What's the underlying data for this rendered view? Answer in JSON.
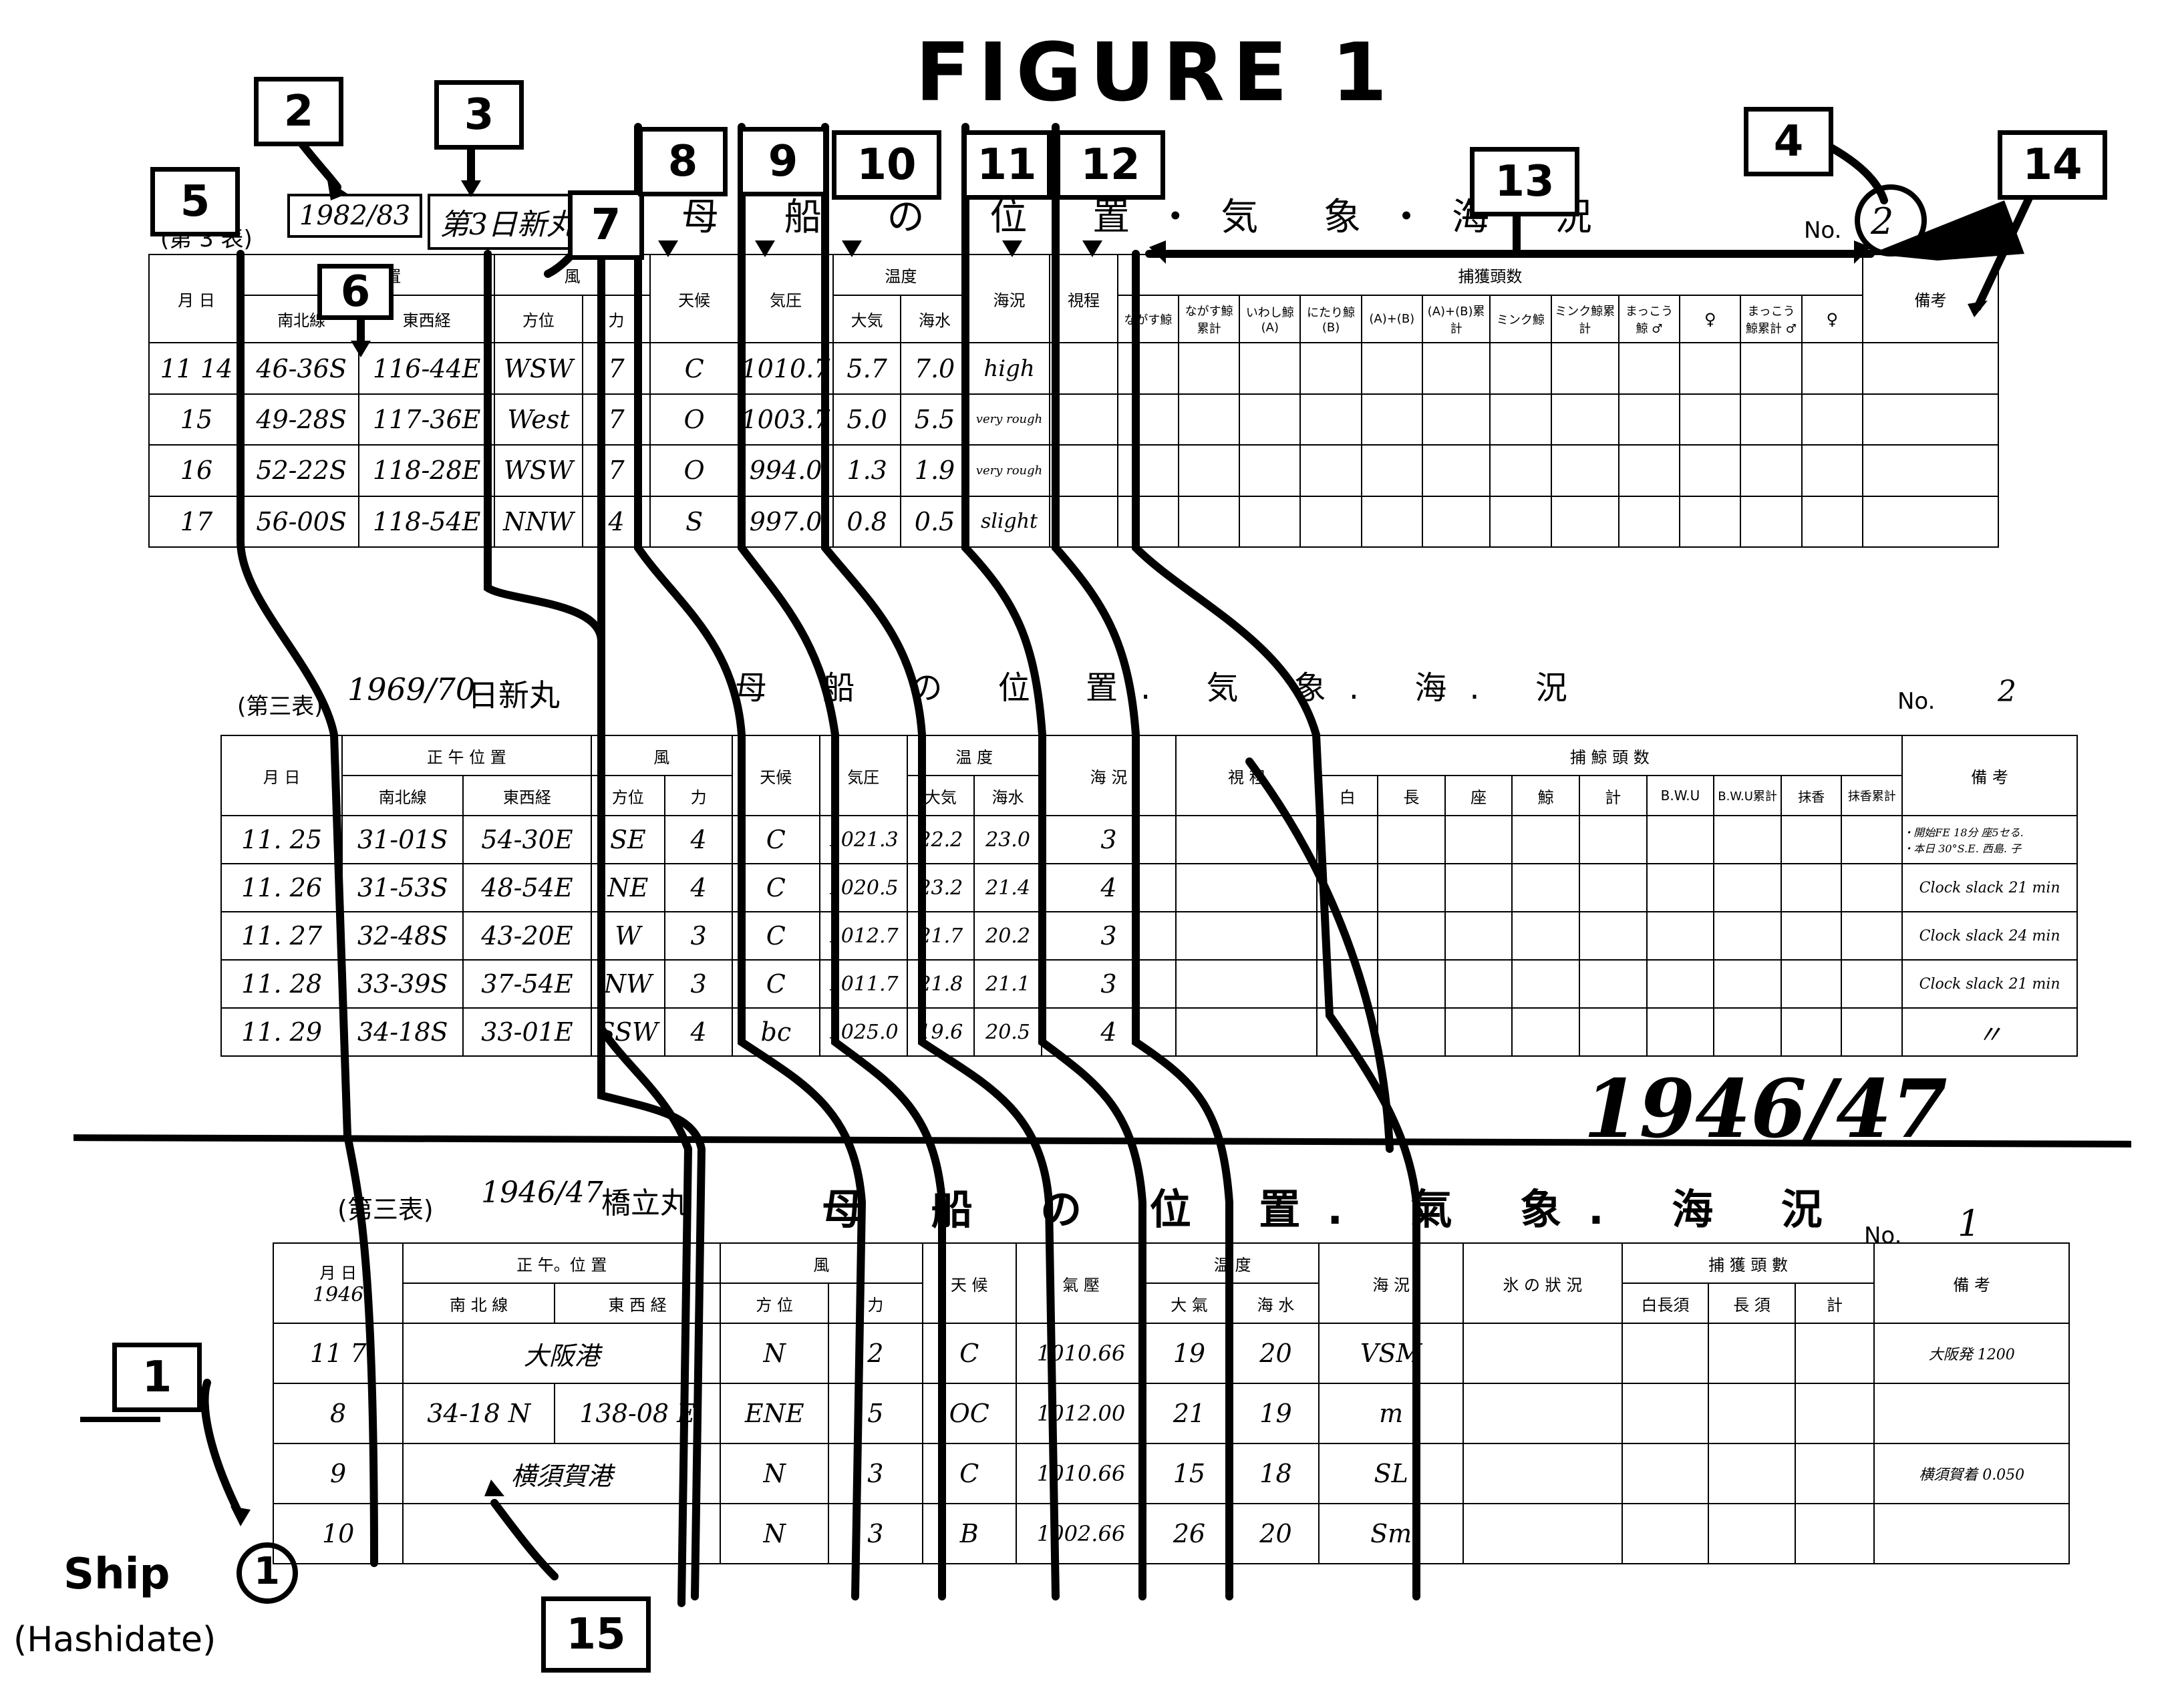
{
  "figure_title": "FIGURE 1",
  "callouts": [
    "1",
    "2",
    "3",
    "4",
    "5",
    "6",
    "7",
    "8",
    "9",
    "10",
    "11",
    "12",
    "13",
    "14",
    "15"
  ],
  "ship_label": "Ship",
  "ship_number": "1",
  "ship_name": "(Hashidate)",
  "table1": {
    "table_no": "(第 3 表)",
    "season": "1982/83",
    "ship": "第3日新丸",
    "title": "母 船 の 位 置・気 象・海 況",
    "no_label": "No.",
    "no_value": "2",
    "headers": [
      "月",
      "日",
      "正午位置",
      "南北線",
      "東西経",
      "風",
      "方位",
      "力",
      "天候",
      "気圧",
      "温度",
      "大気",
      "海水",
      "海況",
      "視程",
      "捕獲頭数",
      "ながす鯨",
      "ながす鯨累計",
      "いわし鯨(A)",
      "にたり鯨(B)",
      "(A)+(B)",
      "(A)+(B)累計",
      "ミンク鯨",
      "ミンク鯨累計",
      "まっこう鯨",
      "まっこう鯨累計",
      "♂",
      "♀",
      "♂",
      "♀",
      "備考"
    ],
    "rows": [
      {
        "date": "11 14",
        "lat": "46-36S",
        "lon": "116-44E",
        "dir": "WSW",
        "force": "7",
        "weather": "C",
        "pressure": "1010.7",
        "air": "5.7",
        "sea": "7.0",
        "state": "high"
      },
      {
        "date": "15",
        "lat": "49-28S",
        "lon": "117-36E",
        "dir": "West",
        "force": "7",
        "weather": "O",
        "pressure": "1003.7",
        "air": "5.0",
        "sea": "5.5",
        "state": "very rough"
      },
      {
        "date": "16",
        "lat": "52-22S",
        "lon": "118-28E",
        "dir": "WSW",
        "force": "7",
        "weather": "O",
        "pressure": "994.0",
        "air": "1.3",
        "sea": "1.9",
        "state": "very rough"
      },
      {
        "date": "17",
        "lat": "56-00S",
        "lon": "118-54E",
        "dir": "NNW",
        "force": "4",
        "weather": "S",
        "pressure": "997.0",
        "air": "0.8",
        "sea": "0.5",
        "state": "slight"
      }
    ]
  },
  "table2": {
    "table_no": "(第三表)",
    "season": "1969/70",
    "ship": "日新丸",
    "title": "母 船 の 位 置. 気 象. 海. 況",
    "no_label": "No.",
    "no_value": "2",
    "headers": [
      "月 日",
      "正 午 位 置",
      "南北線",
      "東西経",
      "風",
      "方位",
      "力",
      "天候",
      "気圧",
      "温 度",
      "大気",
      "海水",
      "海 況",
      "視 程",
      "捕 鯨 頭 数",
      "白",
      "長",
      "座",
      "鯨",
      "計",
      "B.W.U",
      "B.W.U累計",
      "抹香",
      "抹香累計",
      "備 考"
    ],
    "rows": [
      {
        "date": "11. 25",
        "lat": "31-01S",
        "lon": "54-30E",
        "dir": "SE",
        "force": "4",
        "weather": "C",
        "pressure": "1021.3",
        "air": "22.2",
        "sea": "23.0",
        "state": "3",
        "note": "・開始FE 18分 座5セる.\n・本日 30°S.E. 西島. 子"
      },
      {
        "date": "11. 26",
        "lat": "31-53S",
        "lon": "48-54E",
        "dir": "NE",
        "force": "4",
        "weather": "C",
        "pressure": "1020.5",
        "air": "23.2",
        "sea": "21.4",
        "state": "4",
        "note": "Clock slack 21 min"
      },
      {
        "date": "11. 27",
        "lat": "32-48S",
        "lon": "43-20E",
        "dir": "W",
        "force": "3",
        "weather": "C",
        "pressure": "1012.7",
        "air": "21.7",
        "sea": "20.2",
        "state": "3",
        "note": "Clock slack 24 min"
      },
      {
        "date": "11. 28",
        "lat": "33-39S",
        "lon": "37-54E",
        "dir": "NW",
        "force": "3",
        "weather": "C",
        "pressure": "1011.7",
        "air": "21.8",
        "sea": "21.1",
        "state": "3",
        "note": "Clock slack 21 min"
      },
      {
        "date": "11. 29",
        "lat": "34-18S",
        "lon": "33-01E",
        "dir": "SSW",
        "force": "4",
        "weather": "bc",
        "pressure": "1025.0",
        "air": "19.6",
        "sea": "20.5",
        "state": "4",
        "note": "〃"
      }
    ]
  },
  "year_overlay": "1946/47",
  "table3": {
    "table_no": "(第三表)",
    "season": "1946/47",
    "ship": "橋立丸",
    "title": "母 船 の 位 置. 氣 象. 海 況",
    "no_label": "No.",
    "no_value": "1",
    "headers": [
      "月 日",
      "1946",
      "正 午。位 置",
      "南 北 線",
      "東 西 経",
      "風",
      "方 位",
      "力",
      "天 候",
      "氣 壓",
      "温 度",
      "大 氣",
      "海 水",
      "海 況",
      "氷 の 狀 況",
      "捕 獲 頭 數",
      "白長須",
      "長 須",
      "計",
      "備 考"
    ],
    "rows": [
      {
        "date": "11  7",
        "pos": "大阪港",
        "dir": "N",
        "force": "2",
        "weather": "C",
        "pressure": "1010.66",
        "air": "19",
        "sea": "20",
        "state": "VSM",
        "note": "大阪発 1200"
      },
      {
        "date": "8",
        "lat": "34-18 N",
        "lon": "138-08 E",
        "dir": "ENE",
        "force": "5",
        "weather": "OC",
        "pressure": "1012.00",
        "air": "21",
        "sea": "19",
        "state": "m",
        "note": ""
      },
      {
        "date": "9",
        "pos": "横須賀港",
        "dir": "N",
        "force": "3",
        "weather": "C",
        "pressure": "1010.66",
        "air": "15",
        "sea": "18",
        "state": "SL",
        "note": "横須賀着 0.050"
      },
      {
        "date": "10",
        "pos": "",
        "dir": "N",
        "force": "3",
        "weather": "B",
        "pressure": "1002.66",
        "air": "26",
        "sea": "20",
        "state": "Sm",
        "note": ""
      }
    ]
  }
}
